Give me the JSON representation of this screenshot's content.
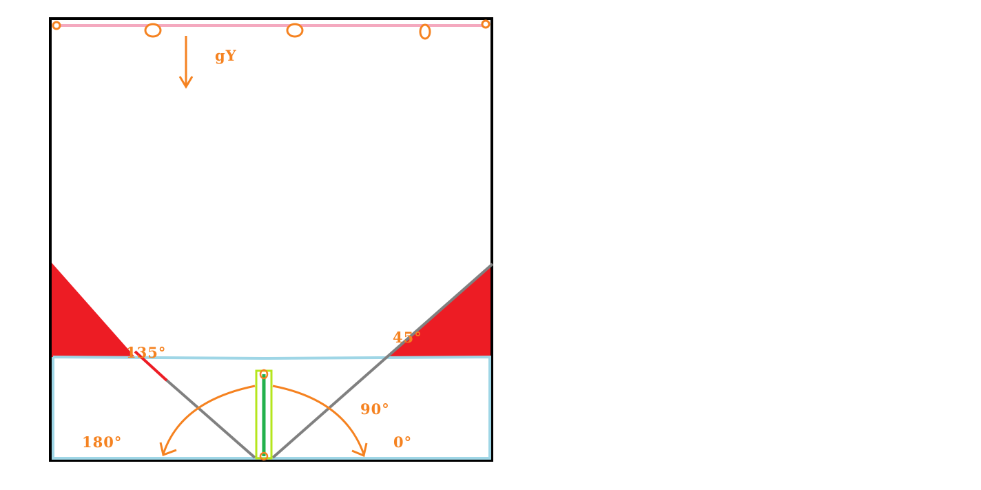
{
  "colors": {
    "frame": "#000000",
    "water": "#9fd6e6",
    "top_rail": "#f4a9bf",
    "orange": "#f58220",
    "red": "#ed1c24",
    "grey_line": "#808080",
    "stick_outer": "#b5e61d",
    "stick_inner": "#22b14c"
  },
  "labels": {
    "gravity": "gY",
    "angle_135": "135°",
    "angle_45": "45°",
    "angle_90": "90°",
    "angle_180": "180°",
    "angle_0": "0°"
  },
  "icons": {
    "gravity_arrow": "down-arrow-icon",
    "rotation_arrows": "curved-arrow-icon"
  }
}
